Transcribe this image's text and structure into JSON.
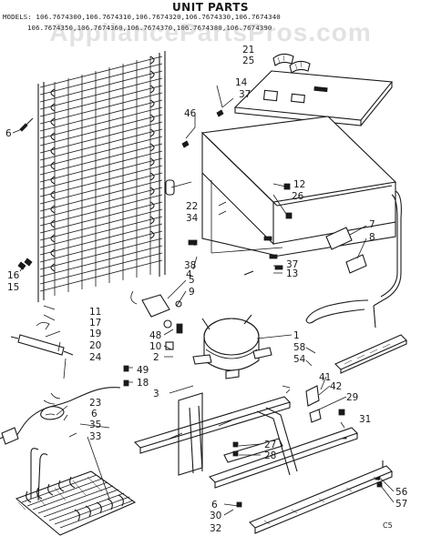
{
  "title": "UNIT PARTS",
  "models_line1": "MODELS: 106.7674300,106.7674310,106.7674320,106.7674330,106.7674340",
  "models_line2": "106.7674350,106.7674360,106.7674370,106.7674380,106.7674390",
  "watermark": "AppliancePartsPros.com",
  "page_code": "C5",
  "callouts": [
    "21",
    "25",
    "14",
    "37",
    "46",
    "6",
    "12",
    "26",
    "22",
    "34",
    "7",
    "8",
    "38",
    "4",
    "5",
    "9",
    "37",
    "13",
    "16",
    "15",
    "11",
    "17",
    "19",
    "20",
    "24",
    "1",
    "58",
    "54",
    "48",
    "10",
    "2",
    "49",
    "18",
    "3",
    "41",
    "42",
    "29",
    "23",
    "6",
    "35",
    "33",
    "31",
    "27",
    "28",
    "6",
    "30",
    "32",
    "56",
    "57"
  ]
}
